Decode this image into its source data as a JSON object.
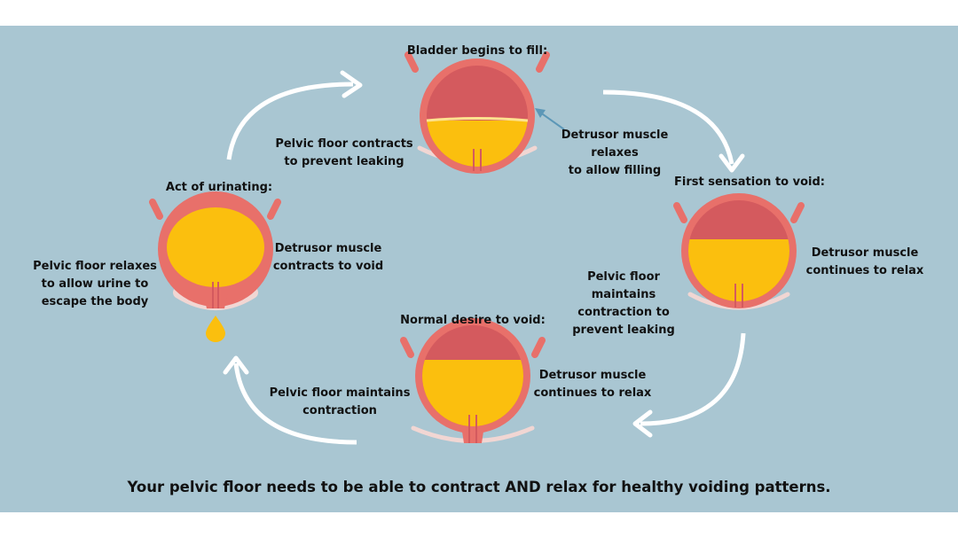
{
  "stages": {
    "fill": {
      "title": "Bladder begins to fill:",
      "detrusor": "Detrusor muscle\nrelaxes\nto allow filling",
      "pelvic": "Pelvic floor contracts\nto prevent leaking"
    },
    "first": {
      "title": "First sensation to void:",
      "detrusor": "Detrusor muscle\ncontinues to relax",
      "pelvic": "Pelvic floor\nmaintains\ncontraction to\nprevent leaking"
    },
    "normal": {
      "title": "Normal desire to void:",
      "detrusor": "Detrusor muscle\ncontinues to relax",
      "pelvic": "Pelvic floor maintains\ncontraction"
    },
    "urinate": {
      "title": "Act of urinating:",
      "detrusor": "Detrusor muscle\ncontracts to void",
      "pelvic": "Pelvic floor relaxes\nto allow urine to\nescape the body"
    }
  },
  "footer": "Your pelvic floor needs to be able to contract AND relax for healthy voiding patterns.",
  "colors": {
    "background": "#a9c6d2",
    "bladder_wall": "#e8706a",
    "bladder_interior": "#d45a5e",
    "urine": "#fbbf0e",
    "pelvic_floor": "#f1d6d3",
    "arrows": "#ffffff",
    "pointer": "#5c97b7"
  }
}
